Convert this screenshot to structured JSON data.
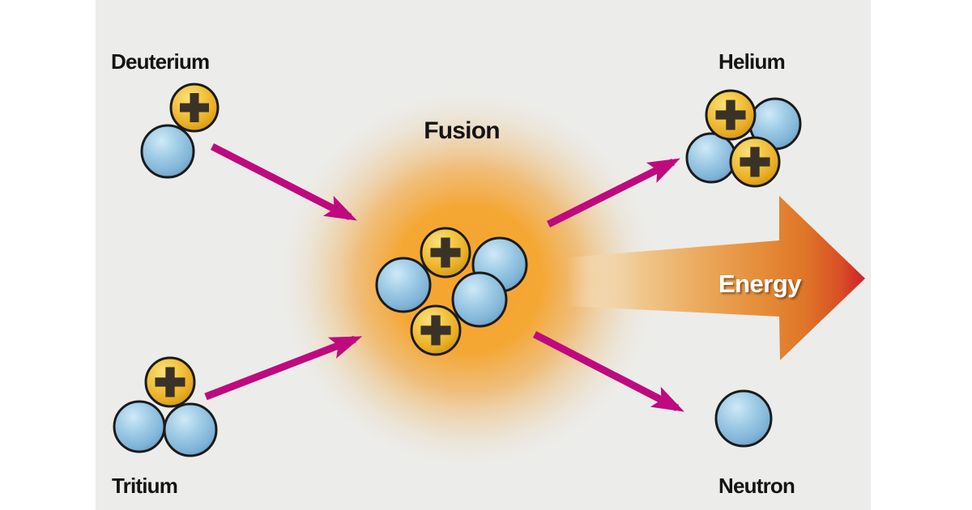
{
  "diagram": {
    "title": "Fusion",
    "labels": {
      "deuterium": "Deuterium",
      "tritium": "Tritium",
      "fusion": "Fusion",
      "helium": "Helium",
      "neutron": "Neutron",
      "energy": "Energy"
    },
    "colors": {
      "background": "#FFFFFF",
      "panel": "#ECECEA",
      "proton_yellow": "#F3CA49",
      "neutron_blue": "#8EC3E0",
      "particle_outline": "#1B1B1B",
      "plus_sign": "#3B3226",
      "arrow_magenta": "#BE0A7E",
      "glow_orange": "#F5A52E",
      "energy_arrow_tail": "#F6DCB4",
      "energy_arrow_mid": "#E58D3A",
      "energy_arrow_tip": "#CE2029",
      "label_text": "#141414",
      "energy_text": "#FFFFFF"
    },
    "reaction": {
      "reactants": [
        {
          "name": "Deuterium",
          "protons": 1,
          "neutrons": 1
        },
        {
          "name": "Tritium",
          "protons": 1,
          "neutrons": 2
        }
      ],
      "intermediate": {
        "name": "Fusion",
        "protons": 2,
        "neutrons": 3
      },
      "products": [
        {
          "name": "Helium",
          "protons": 2,
          "neutrons": 2
        },
        {
          "name": "Neutron",
          "protons": 0,
          "neutrons": 1
        },
        {
          "name": "Energy",
          "type": "released energy"
        }
      ]
    }
  }
}
